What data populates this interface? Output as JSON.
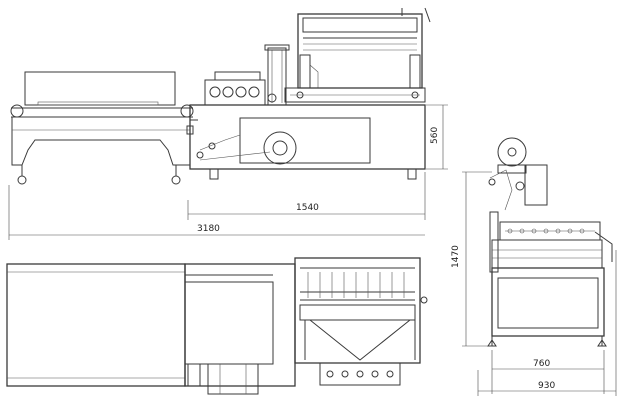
{
  "drawing": {
    "dimensions": {
      "front_length_total": "3180",
      "front_length_main": "1540",
      "front_height": "560",
      "side_height": "1470",
      "side_width_inner": "760",
      "side_width_total": "930"
    }
  }
}
